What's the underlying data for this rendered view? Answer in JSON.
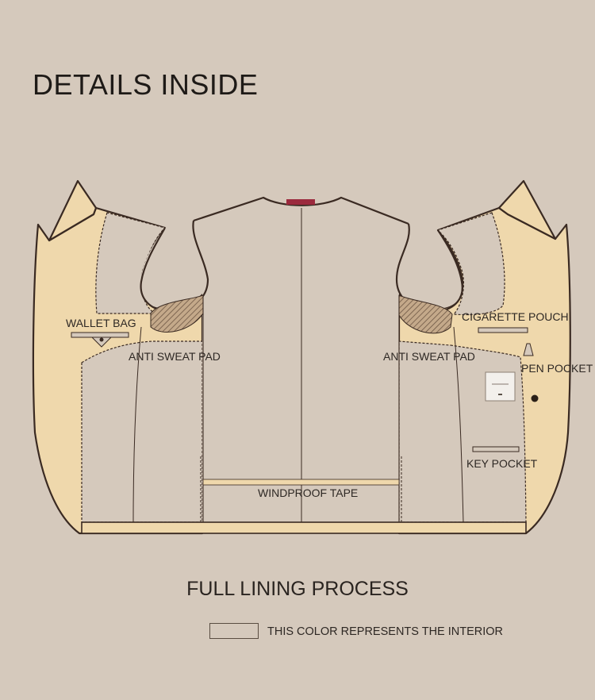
{
  "title": "DETAILS INSIDE",
  "labels": {
    "wallet_bag": "WALLET BAG",
    "anti_sweat_left": "ANTI SWEAT PAD",
    "anti_sweat_right": "ANTI SWEAT PAD",
    "cigarette_pouch": "CIGARETTE POUCH",
    "pen_pocket": "PEN POCKET",
    "key_pocket": "KEY POCKET",
    "windproof_tape": "WINDPROOF TAPE"
  },
  "subtitle": "FULL LINING PROCESS",
  "legend": {
    "text": "THIS COLOR REPRESENTS THE INTERIOR"
  },
  "colors": {
    "background": "#d5c9bc",
    "interior": "#d5c9bc",
    "fabric": "#efd8ac",
    "outline": "#3a2a22",
    "collar_tab": "#9b2a3d"
  }
}
